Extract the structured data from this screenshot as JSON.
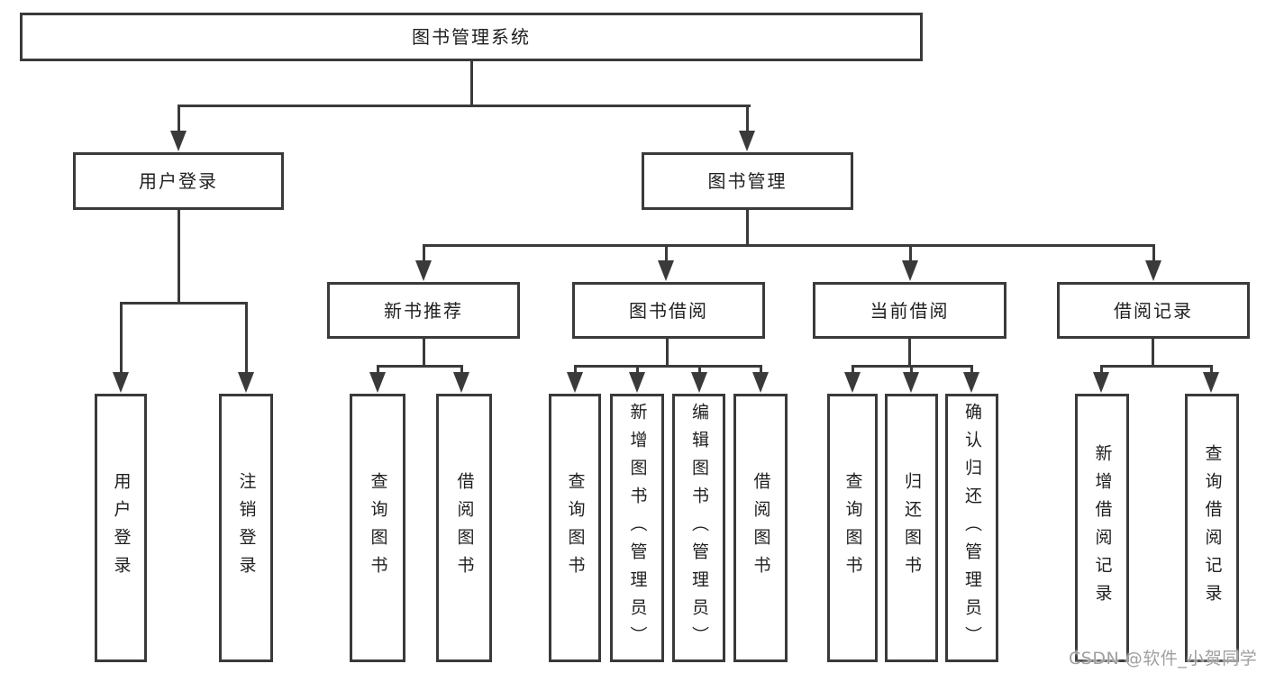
{
  "tree": {
    "label": "图书管理系统",
    "children": [
      {
        "label": "用户登录",
        "children": [
          {
            "label": "用户登录"
          },
          {
            "label": "注销登录"
          }
        ]
      },
      {
        "label": "图书管理",
        "children": [
          {
            "label": "新书推荐",
            "children": [
              {
                "label": "查询图书"
              },
              {
                "label": "借阅图书"
              }
            ]
          },
          {
            "label": "图书借阅",
            "children": [
              {
                "label": "查询图书"
              },
              {
                "label": "新增图书（管理员）"
              },
              {
                "label": "编辑图书（管理员）"
              },
              {
                "label": "借阅图书"
              }
            ]
          },
          {
            "label": "当前借阅",
            "children": [
              {
                "label": "查询图书"
              },
              {
                "label": "归还图书"
              },
              {
                "label": "确认归还（管理员）"
              }
            ]
          },
          {
            "label": "借阅记录",
            "children": [
              {
                "label": "新增借阅记录"
              },
              {
                "label": "查询借阅记录"
              }
            ]
          }
        ]
      }
    ]
  },
  "watermark": {
    "text": "CSDN @软件_小贺同学"
  },
  "colors": {
    "line": "#3a3a3a",
    "text": "#1f1f1f",
    "watermark": "#a0a0a0",
    "background": "#ffffff"
  }
}
